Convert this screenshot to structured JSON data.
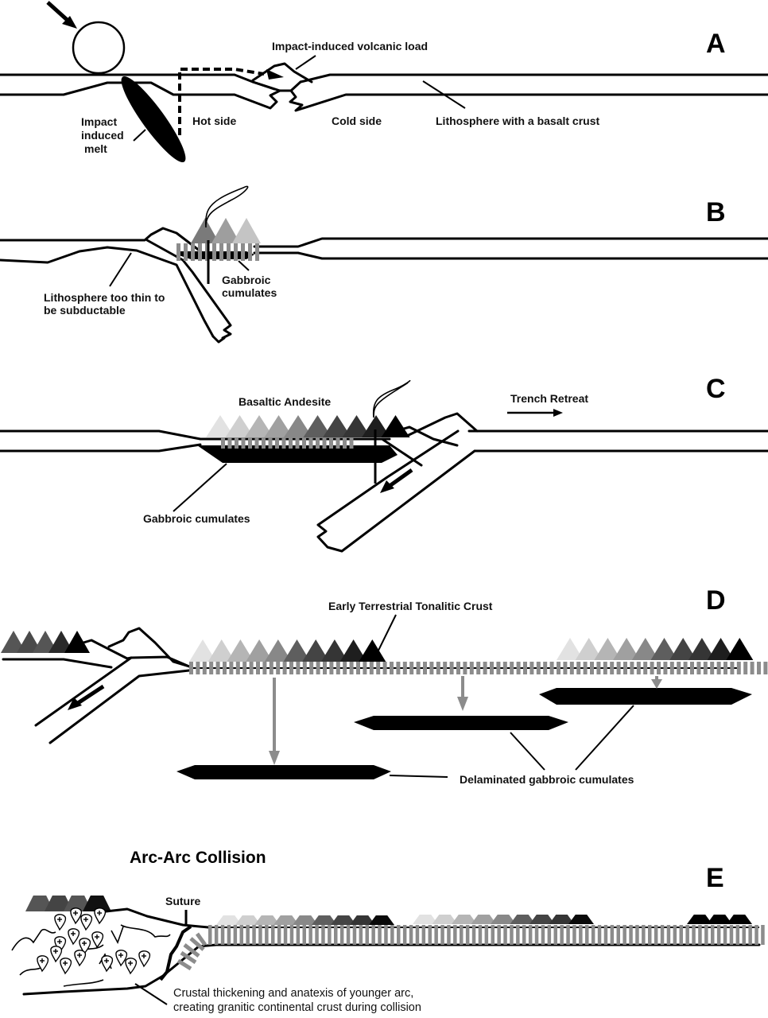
{
  "figure": {
    "panels": {
      "A": {
        "letter": "A",
        "labels": {
          "volcanic_load": "Impact-induced volcanic load",
          "melt_line1": "Impact",
          "melt_line2": "induced",
          "melt_line3": "melt",
          "hot_side": "Hot side",
          "cold_side": "Cold side",
          "lithosphere": "Lithosphere with a basalt crust"
        }
      },
      "B": {
        "letter": "B",
        "labels": {
          "thin_line1": "Lithosphere too thin to",
          "thin_line2": "be subductable",
          "gabbro_line1": "Gabbroic",
          "gabbro_line2": "cumulates"
        },
        "volcano_shades": [
          "#7a7a7a",
          "#9e9e9e",
          "#c4c4c4"
        ]
      },
      "C": {
        "letter": "C",
        "labels": {
          "basaltic_andesite": "Basaltic Andesite",
          "trench_retreat": "Trench Retreat",
          "gabbroic_cumulates": "Gabbroic cumulates"
        },
        "volcano_shades": [
          "#e2e2e2",
          "#cfcfcf",
          "#b5b5b5",
          "#a0a0a0",
          "#888888",
          "#5e5e5e",
          "#444444",
          "#353535",
          "#1e1e1e",
          "#000000"
        ]
      },
      "D": {
        "letter": "D",
        "labels": {
          "tonalitic_crust": "Early Terrestrial Tonalitic Crust",
          "delaminated": "Delaminated gabbroic cumulates"
        },
        "volcano_shades": [
          "#e2e2e2",
          "#cfcfcf",
          "#b5b5b5",
          "#a0a0a0",
          "#888888",
          "#5e5e5e",
          "#444444",
          "#353535",
          "#1e1e1e",
          "#000000"
        ],
        "left_arc_shades": [
          "#555555",
          "#4a4a4a",
          "#555555",
          "#2a2a2a",
          "#000000"
        ]
      },
      "E": {
        "letter": "E",
        "title": "Arc-Arc Collision",
        "labels": {
          "suture": "Suture",
          "crustal_line1": "Crustal thickening and anatexis of younger arc,",
          "crustal_line2": "creating granitic continental crust during collision"
        },
        "left_arc_shades": [
          "#555555",
          "#444444",
          "#555555",
          "#111111"
        ],
        "volcano_shades": [
          "#e2e2e2",
          "#cfcfcf",
          "#b5b5b5",
          "#a0a0a0",
          "#888888",
          "#5e5e5e",
          "#444444",
          "#353535",
          "#0a0a0a"
        ]
      }
    },
    "colors": {
      "ink": "#000000",
      "dike_gray": "#8c8c8c",
      "background": "#ffffff"
    }
  }
}
